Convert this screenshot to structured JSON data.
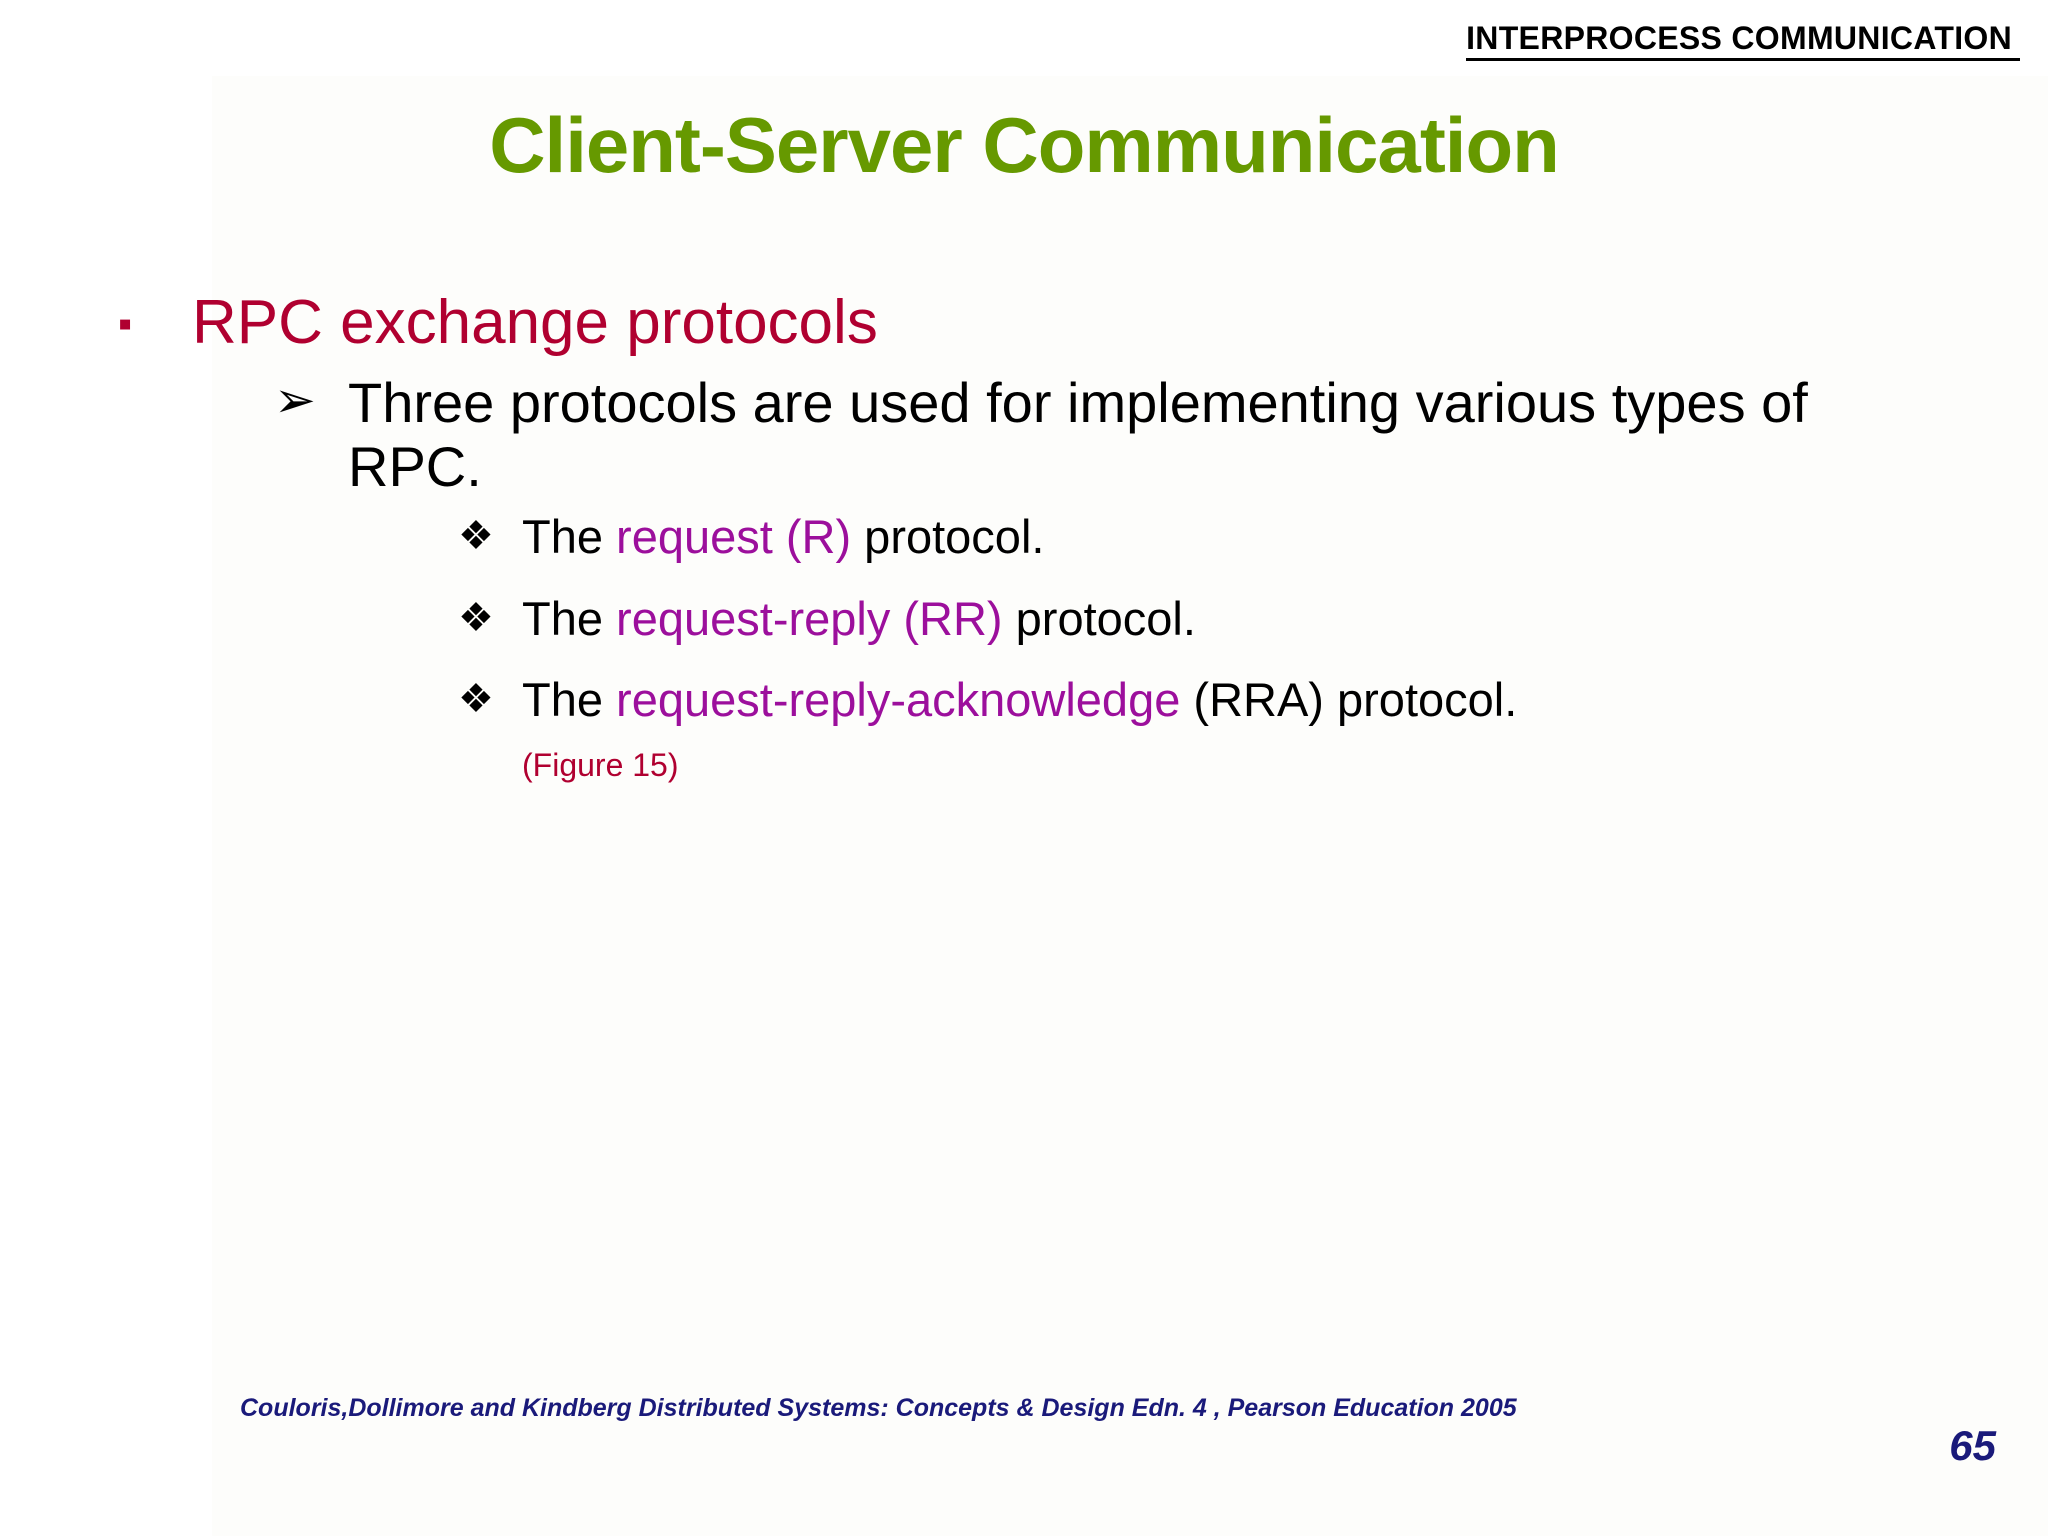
{
  "header": {
    "label": "INTERPROCESS COMMUNICATION"
  },
  "title": "Client-Server Communication",
  "colors": {
    "title_green": "#669900",
    "accent_crimson": "#b00030",
    "emphasis_purple": "#9c0f9c",
    "footer_navy": "#1a1a7a",
    "body_black": "#000000",
    "background": "#ffffff"
  },
  "bullets": {
    "level1_marker": "▪",
    "level2_marker": "➢",
    "level3_marker": "❖"
  },
  "content": {
    "level1": "RPC exchange protocols",
    "level2": "Three protocols are used for implementing various types of RPC.",
    "level3": [
      {
        "prefix": "The ",
        "emphasis": "request (R)",
        "suffix": " protocol."
      },
      {
        "prefix": "The ",
        "emphasis": "request-reply (RR)",
        "suffix": " protocol."
      },
      {
        "prefix": "The ",
        "emphasis": "request-reply-acknowledge",
        "suffix": " (RRA) protocol."
      }
    ],
    "figure_note": "(Figure 15)"
  },
  "footer": {
    "citation": "Couloris,Dollimore and Kindberg  Distributed Systems: Concepts & Design  Edn. 4 , Pearson Education 2005",
    "page_number": "65"
  }
}
